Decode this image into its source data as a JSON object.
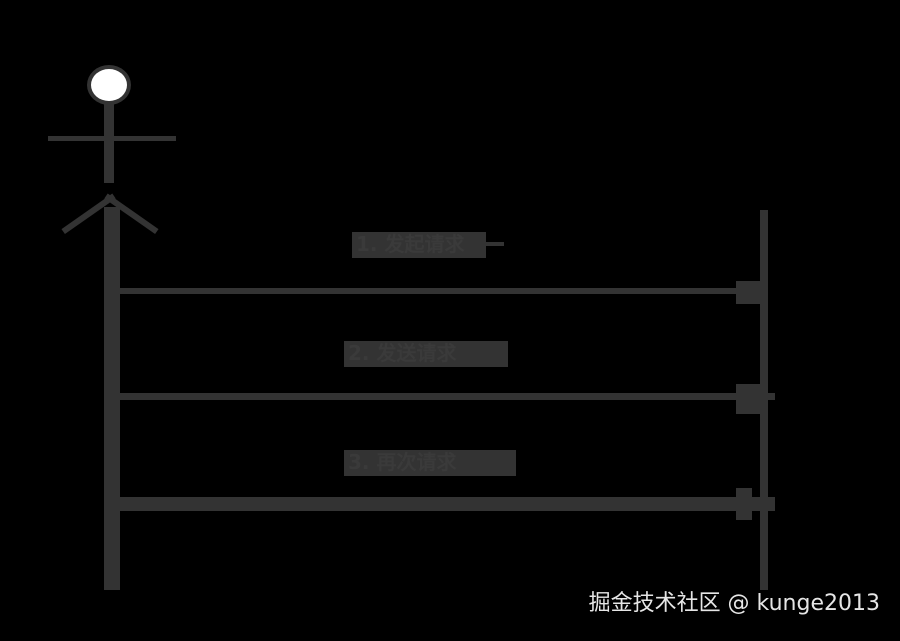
{
  "diagram": {
    "type": "sequence",
    "actor": {
      "name": "user-actor"
    },
    "lifelines": [
      {
        "id": "actor-lifeline"
      },
      {
        "id": "system-lifeline"
      }
    ],
    "messages": [
      {
        "label": "1. 发起请求",
        "from": "actor",
        "to": "system"
      },
      {
        "label": "2. 发送请求",
        "from": "actor",
        "to": "system"
      },
      {
        "label": "3. 再次请求",
        "from": "actor",
        "to": "system"
      }
    ]
  },
  "watermark": "掘金技术社区 @ kunge2013",
  "colors": {
    "background": "#000000",
    "line": "#333333",
    "head_fill": "#ffffff",
    "watermark": "#e6e6e6"
  }
}
